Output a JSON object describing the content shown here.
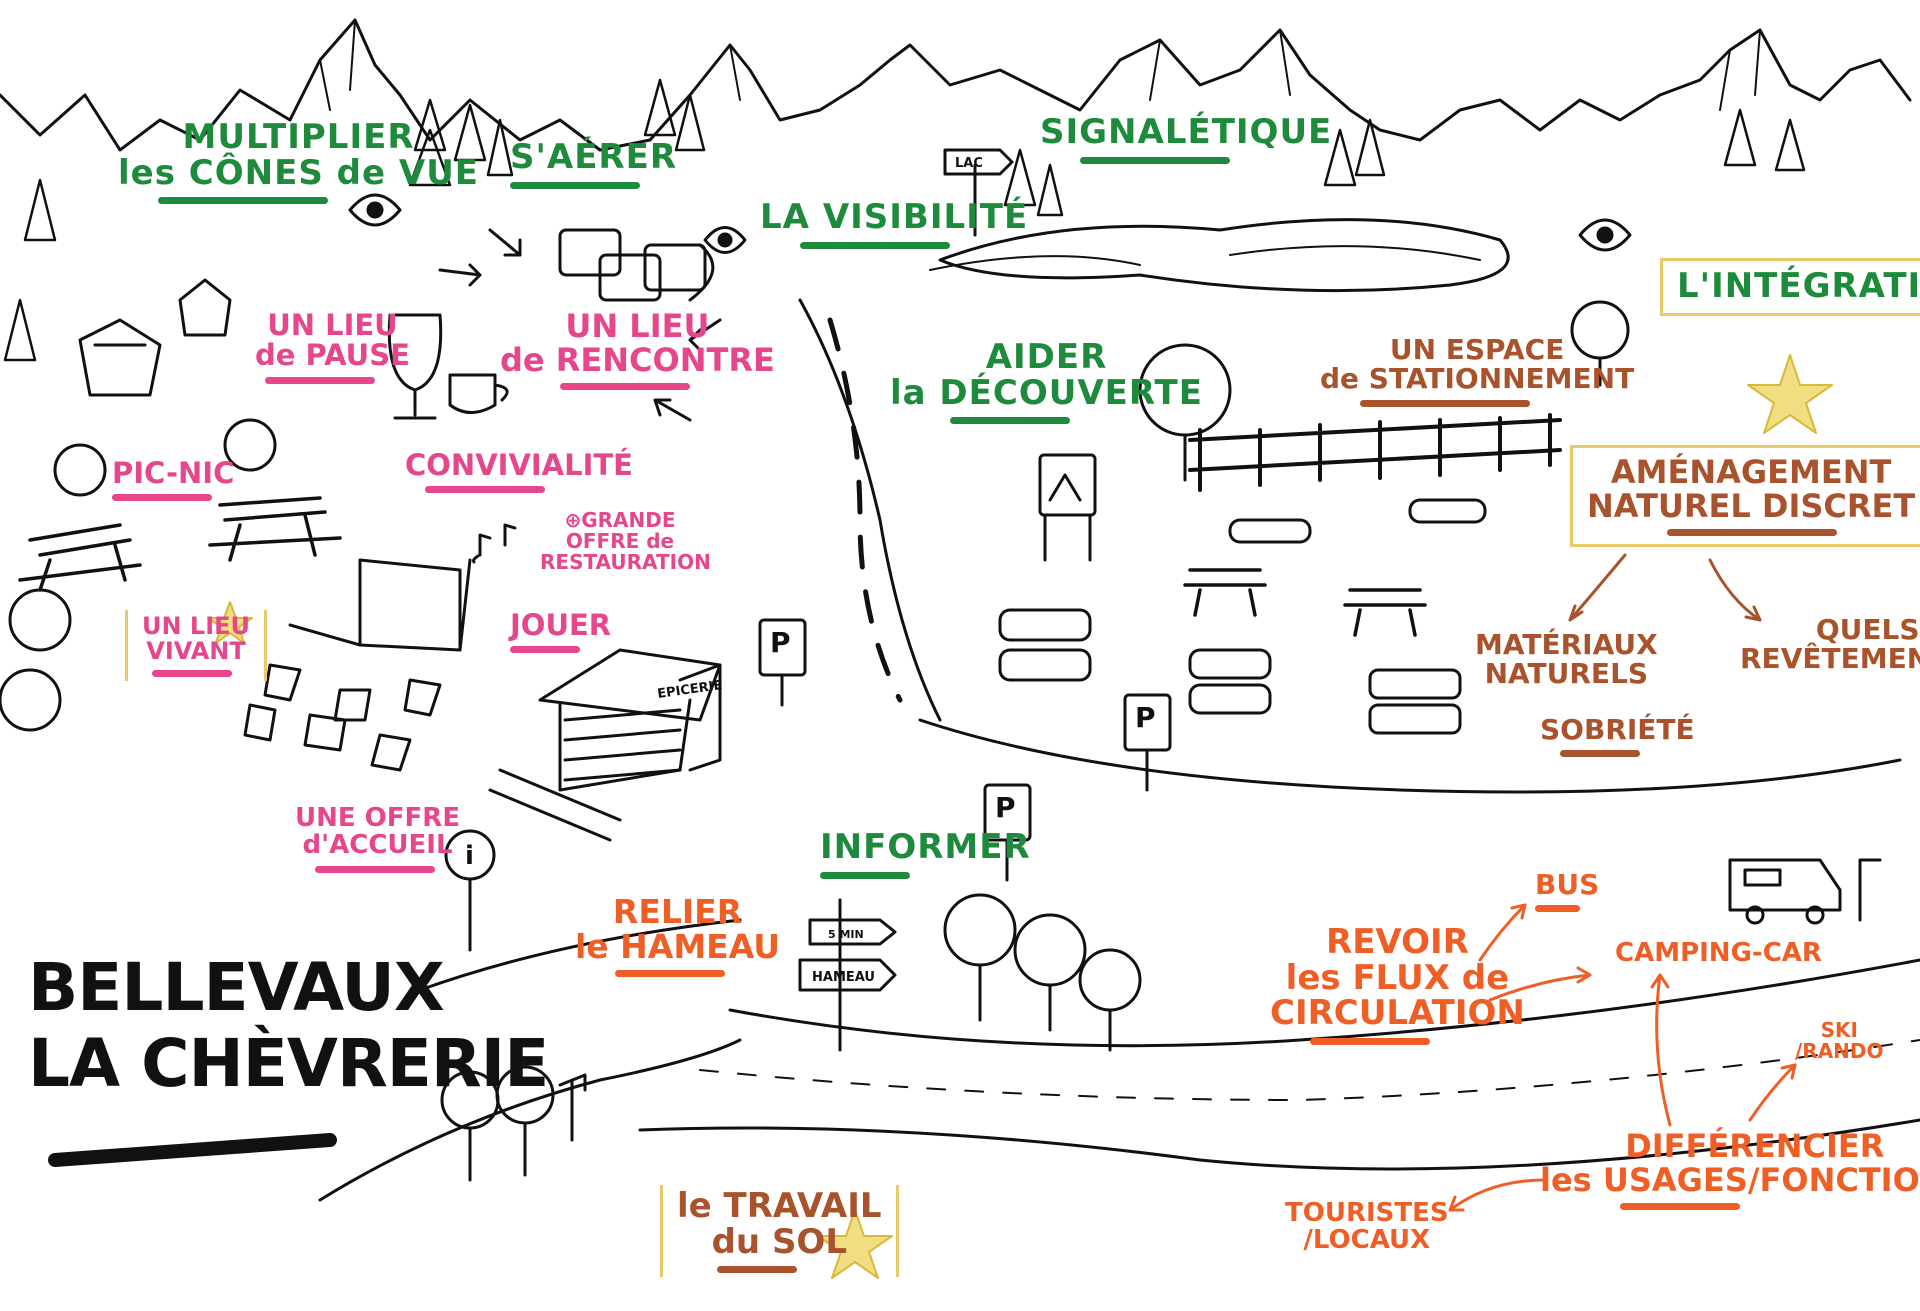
{
  "title": {
    "line1": "BELLEVAUX",
    "line2": "LA CHÈVRERIE"
  },
  "labels": {
    "multiplier": "MULTIPLIER",
    "cones_vue": "les CÔNES de VUE",
    "saerer": "S'AÉRER",
    "visibilite": "LA VISIBILITÉ",
    "signaletique": "SIGNALÉTIQUE",
    "integration": "L'INTÉGRATION",
    "aider": "AIDER",
    "decouverte": "la DÉCOUVERTE",
    "espace": "UN ESPACE",
    "stationnement": "de STATIONNEMENT",
    "lieu_pause_1": "UN LIEU",
    "lieu_pause_2": "de PAUSE",
    "lieu_rencontre_1": "UN LIEU",
    "lieu_rencontre_2": "de RENCONTRE",
    "convivialite": "CONVIVIALITÉ",
    "picnic": "PIC-NIC",
    "grande_offre": "⊕GRANDE OFFRE de RESTAURATION",
    "lieu_vivant_1": "UN LIEU",
    "lieu_vivant_2": "VIVANT",
    "jouer": "JOUER",
    "offre_accueil_1": "UNE OFFRE",
    "offre_accueil_2": "d'ACCUEIL",
    "amenagement_1": "AMÉNAGEMENT",
    "amenagement_2": "NATUREL DISCRET",
    "materiaux_1": "MATÉRIAUX",
    "materiaux_2": "NATURELS",
    "sobriete": "SOBRIÉTÉ",
    "revetements_1": "QUELS",
    "revetements_2": "REVÊTEMENTS ?",
    "informer": "INFORMER",
    "relier": "RELIER",
    "hameau": "le HAMEAU",
    "revoir_1": "REVOIR",
    "revoir_2": "les FLUX de",
    "revoir_3": "CIRCULATION",
    "bus": "BUS",
    "camping_car": "CAMPING-CAR",
    "ski_1": "SKI",
    "ski_2": "/RANDO",
    "differencier_1": "DIFFÉRENCIER",
    "differencier_2": "les USAGES/FONCTIONS",
    "touristes_1": "TOURISTES",
    "touristes_2": "/LOCAUX",
    "travail_1": "le TRAVAIL",
    "travail_2": "du SOL"
  },
  "signs": {
    "lac": "LAC",
    "epicerie": "EPICERIE",
    "parking": "P",
    "info": "i",
    "hameau_sign": "HAMEAU",
    "walk_sign": "5 MIN"
  },
  "colors": {
    "green": "#1d8a3c",
    "pink": "#e5468c",
    "brown": "#a8532c",
    "orange": "#ef5f25",
    "star": "#f0df80",
    "ink": "#111111"
  }
}
